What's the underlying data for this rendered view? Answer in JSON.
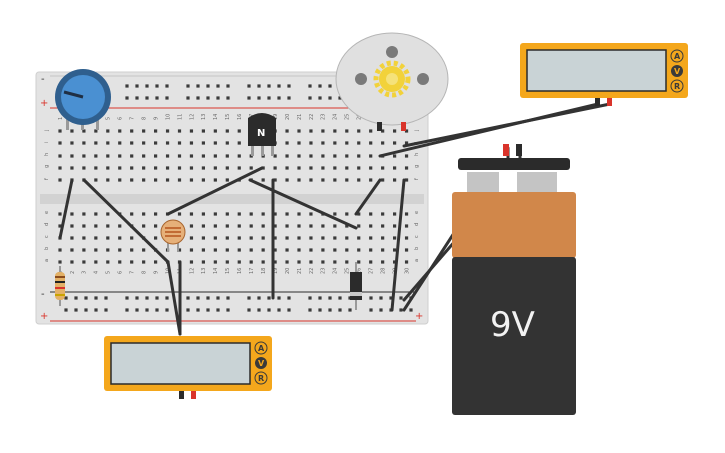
{
  "breadboard": {
    "columns": [
      "1",
      "2",
      "3",
      "4",
      "5",
      "6",
      "7",
      "8",
      "9",
      "10",
      "11",
      "12",
      "13",
      "14",
      "15",
      "16",
      "17",
      "18",
      "19",
      "20",
      "21",
      "22",
      "23",
      "24",
      "25",
      "26",
      "27",
      "28",
      "29",
      "30"
    ],
    "rows_top": [
      "j",
      "i",
      "h",
      "g",
      "f"
    ],
    "rows_bottom": [
      "e",
      "d",
      "c",
      "b",
      "a"
    ],
    "rail_plus": "+",
    "rail_minus": "-"
  },
  "transistor": {
    "label": "N"
  },
  "battery": {
    "label": "9V"
  },
  "multimeters": [
    {
      "mode_buttons": [
        "A",
        "V",
        "R"
      ],
      "selected": "V"
    },
    {
      "mode_buttons": [
        "A",
        "V",
        "R"
      ],
      "selected": "V"
    }
  ],
  "colors": {
    "breadboard": "#e3e3e3",
    "meter_body": "#f4a71c",
    "meter_screen": "#c9d3d6",
    "battery_top": "#d1874a",
    "battery_bottom": "#333333",
    "wire": "#333333",
    "rail_red": "#d9342b",
    "potentiometer": "#4a90d2"
  },
  "icons": [
    "motor-gear-icon"
  ]
}
